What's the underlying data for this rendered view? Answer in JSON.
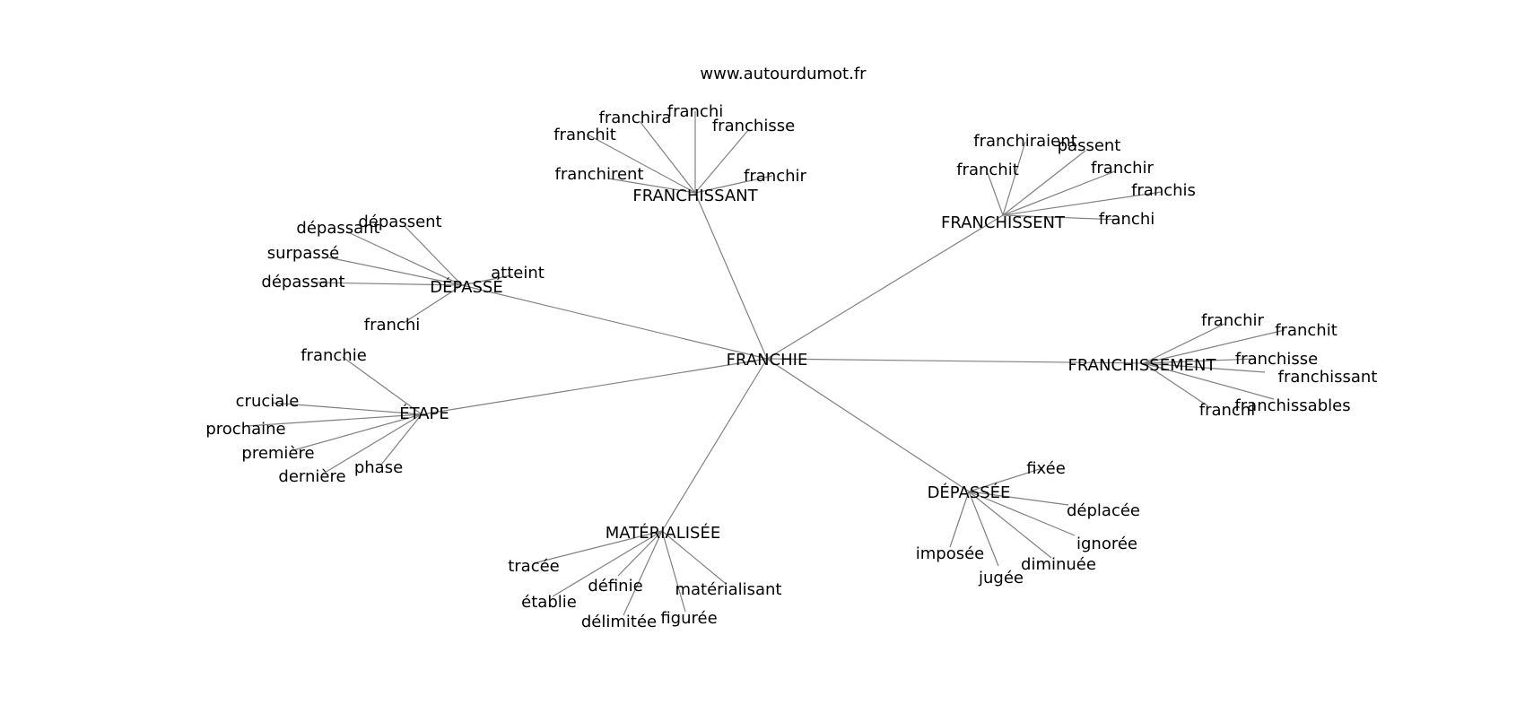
{
  "site": "www.autourdumot.fr",
  "colors": {
    "edge": "#808080",
    "text": "#000000",
    "background": "#ffffff"
  },
  "center": "FRANCHIE",
  "branches": [
    {
      "label": "FRANCHISSANT",
      "leaves": [
        "franchira",
        "franchi",
        "franchisse",
        "franchit",
        "franchirent",
        "franchir"
      ]
    },
    {
      "label": "FRANCHISSENT",
      "leaves": [
        "franchiraient",
        "passent",
        "franchit",
        "franchir",
        "franchis",
        "franchi"
      ]
    },
    {
      "label": "DÉPASSÉ",
      "leaves": [
        "dépassent",
        "dépassant",
        "surpassé",
        "dépassant",
        "atteint",
        "franchi"
      ]
    },
    {
      "label": "FRANCHISSEMENT",
      "leaves": [
        "franchir",
        "franchit",
        "franchisse",
        "franchissant",
        "franchi",
        "franchissables"
      ]
    },
    {
      "label": "ÉTAPE",
      "leaves": [
        "franchie",
        "cruciale",
        "prochaine",
        "première",
        "dernière",
        "phase"
      ]
    },
    {
      "label": "DÉPASSÉE",
      "leaves": [
        "fixée",
        "déplacée",
        "ignorée",
        "imposée",
        "diminuée",
        "jugée"
      ]
    },
    {
      "label": "MATÉRIALISÉE",
      "leaves": [
        "tracée",
        "définie",
        "établie",
        "matérialisant",
        "délimitée",
        "figurée"
      ]
    }
  ]
}
